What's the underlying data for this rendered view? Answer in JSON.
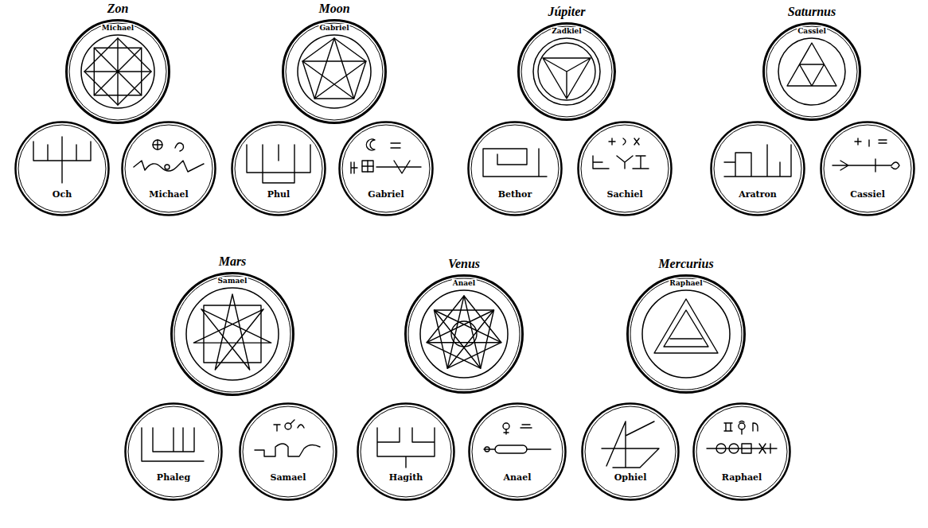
{
  "diagram": {
    "nodes": [
      {
        "text": [
          "Zon",
          "Michael"
        ]
      },
      {
        "text": [
          "Och"
        ]
      },
      {
        "text": [
          "Michael"
        ]
      },
      {
        "text": [
          "Moon",
          "Gabriel"
        ]
      },
      {
        "text": [
          "Phul"
        ]
      },
      {
        "text": [
          "Gabriel"
        ]
      },
      {
        "text": [
          "Júpiter",
          "Zadkiel"
        ]
      },
      {
        "text": [
          "Bethor"
        ]
      },
      {
        "text": [
          "Sachiel"
        ]
      },
      {
        "text": [
          "Saturnus",
          "Cassiel"
        ]
      },
      {
        "text": [
          "Aratron"
        ]
      },
      {
        "text": [
          "Cassiel"
        ]
      },
      {
        "text": [
          "Mars",
          "Samael"
        ]
      },
      {
        "text": [
          "Phaleg"
        ]
      },
      {
        "text": [
          "Samael"
        ]
      },
      {
        "text": [
          "Venus",
          "Anael"
        ]
      },
      {
        "text": [
          "Hagith"
        ]
      },
      {
        "text": [
          "Anael"
        ]
      },
      {
        "text": [
          "Mercurius",
          "Raphael"
        ]
      },
      {
        "text": [
          "Ophiel"
        ]
      },
      {
        "text": [
          "Raphael"
        ]
      }
    ]
  }
}
